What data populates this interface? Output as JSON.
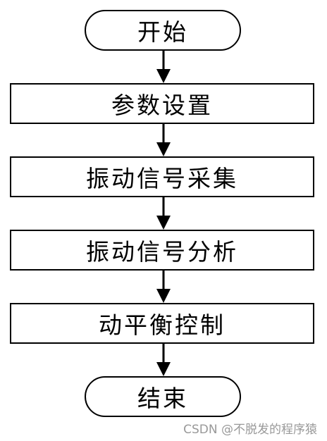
{
  "flowchart": {
    "start_label": "开始",
    "steps": [
      "参数设置",
      "振动信号采集",
      "振动信号分析",
      "动平衡控制"
    ],
    "end_label": "结束"
  },
  "watermark": {
    "text": "CSDN @不脱发的程序猿"
  }
}
